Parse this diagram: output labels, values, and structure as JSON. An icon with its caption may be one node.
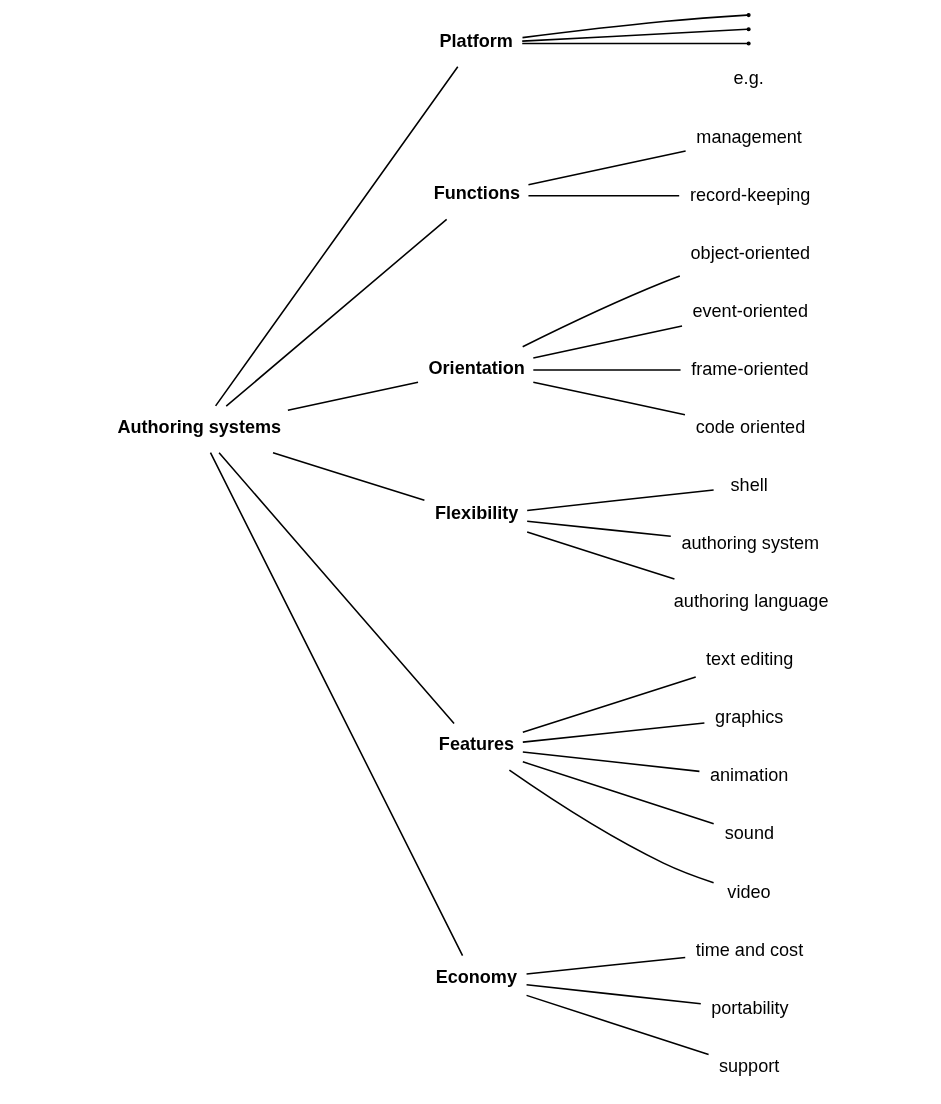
{
  "diagram": {
    "nodes": [
      {
        "text": [
          "Authoring systems"
        ]
      },
      {
        "text": [
          "Platform"
        ]
      },
      {
        "text": [],
        "shape": "point"
      },
      {
        "text": [],
        "shape": "point"
      },
      {
        "text": [],
        "shape": "point"
      },
      {
        "text": [
          "Functions"
        ]
      },
      {
        "text": [
          "management"
        ]
      },
      {
        "text": [
          "record-keeping"
        ]
      },
      {
        "text": [
          "Orientation"
        ]
      },
      {
        "text": [
          "object-oriented"
        ]
      },
      {
        "text": [
          "event-oriented"
        ]
      },
      {
        "text": [
          "frame-oriented"
        ]
      },
      {
        "text": [
          "code oriented"
        ]
      },
      {
        "text": [
          "Flexibility"
        ]
      },
      {
        "text": [
          "shell"
        ]
      },
      {
        "text": [
          "authoring system"
        ]
      },
      {
        "text": [
          "authoring language"
        ]
      },
      {
        "text": [
          "Features"
        ]
      },
      {
        "text": [
          "text editing"
        ]
      },
      {
        "text": [
          "graphics"
        ]
      },
      {
        "text": [
          "animation"
        ]
      },
      {
        "text": [
          "sound"
        ]
      },
      {
        "text": [
          "video"
        ]
      },
      {
        "text": [
          "Economy"
        ]
      },
      {
        "text": [
          "time and cost"
        ]
      },
      {
        "text": [
          "portability"
        ]
      },
      {
        "text": [
          "support"
        ]
      }
    ],
    "edges": [
      {
        "from": 0,
        "to": 1,
        "arrow": "none"
      },
      {
        "from": 0,
        "to": 5,
        "arrow": "none"
      },
      {
        "from": 0,
        "to": 8,
        "arrow": "none"
      },
      {
        "from": 0,
        "to": 13,
        "arrow": "none"
      },
      {
        "from": 0,
        "to": 17,
        "arrow": "none"
      },
      {
        "from": 0,
        "to": 23,
        "arrow": "none"
      },
      {
        "from": 1,
        "to": 2,
        "arrow": "none"
      },
      {
        "from": 1,
        "to": 3,
        "arrow": "none"
      },
      {
        "from": 1,
        "to": 4,
        "arrow": "none"
      },
      {
        "from": 5,
        "to": 6,
        "arrow": "none"
      },
      {
        "from": 5,
        "to": 7,
        "arrow": "none"
      },
      {
        "from": 8,
        "to": 9,
        "arrow": "none"
      },
      {
        "from": 8,
        "to": 10,
        "arrow": "none"
      },
      {
        "from": 8,
        "to": 11,
        "arrow": "none"
      },
      {
        "from": 8,
        "to": 12,
        "arrow": "none"
      },
      {
        "from": 13,
        "to": 14,
        "arrow": "none"
      },
      {
        "from": 13,
        "to": 15,
        "arrow": "none"
      },
      {
        "from": 13,
        "to": 16,
        "arrow": "none"
      },
      {
        "from": 17,
        "to": 18,
        "arrow": "none"
      },
      {
        "from": 17,
        "to": 19,
        "arrow": "none"
      },
      {
        "from": 17,
        "to": 20,
        "arrow": "none"
      },
      {
        "from": 17,
        "to": 21,
        "arrow": "none"
      },
      {
        "from": 17,
        "to": 22,
        "arrow": "none"
      },
      {
        "from": 23,
        "to": 24,
        "arrow": "none"
      },
      {
        "from": 23,
        "to": 25,
        "arrow": "none"
      },
      {
        "from": 23,
        "to": 26,
        "arrow": "none"
      }
    ],
    "labels": [
      "e.g."
    ]
  }
}
